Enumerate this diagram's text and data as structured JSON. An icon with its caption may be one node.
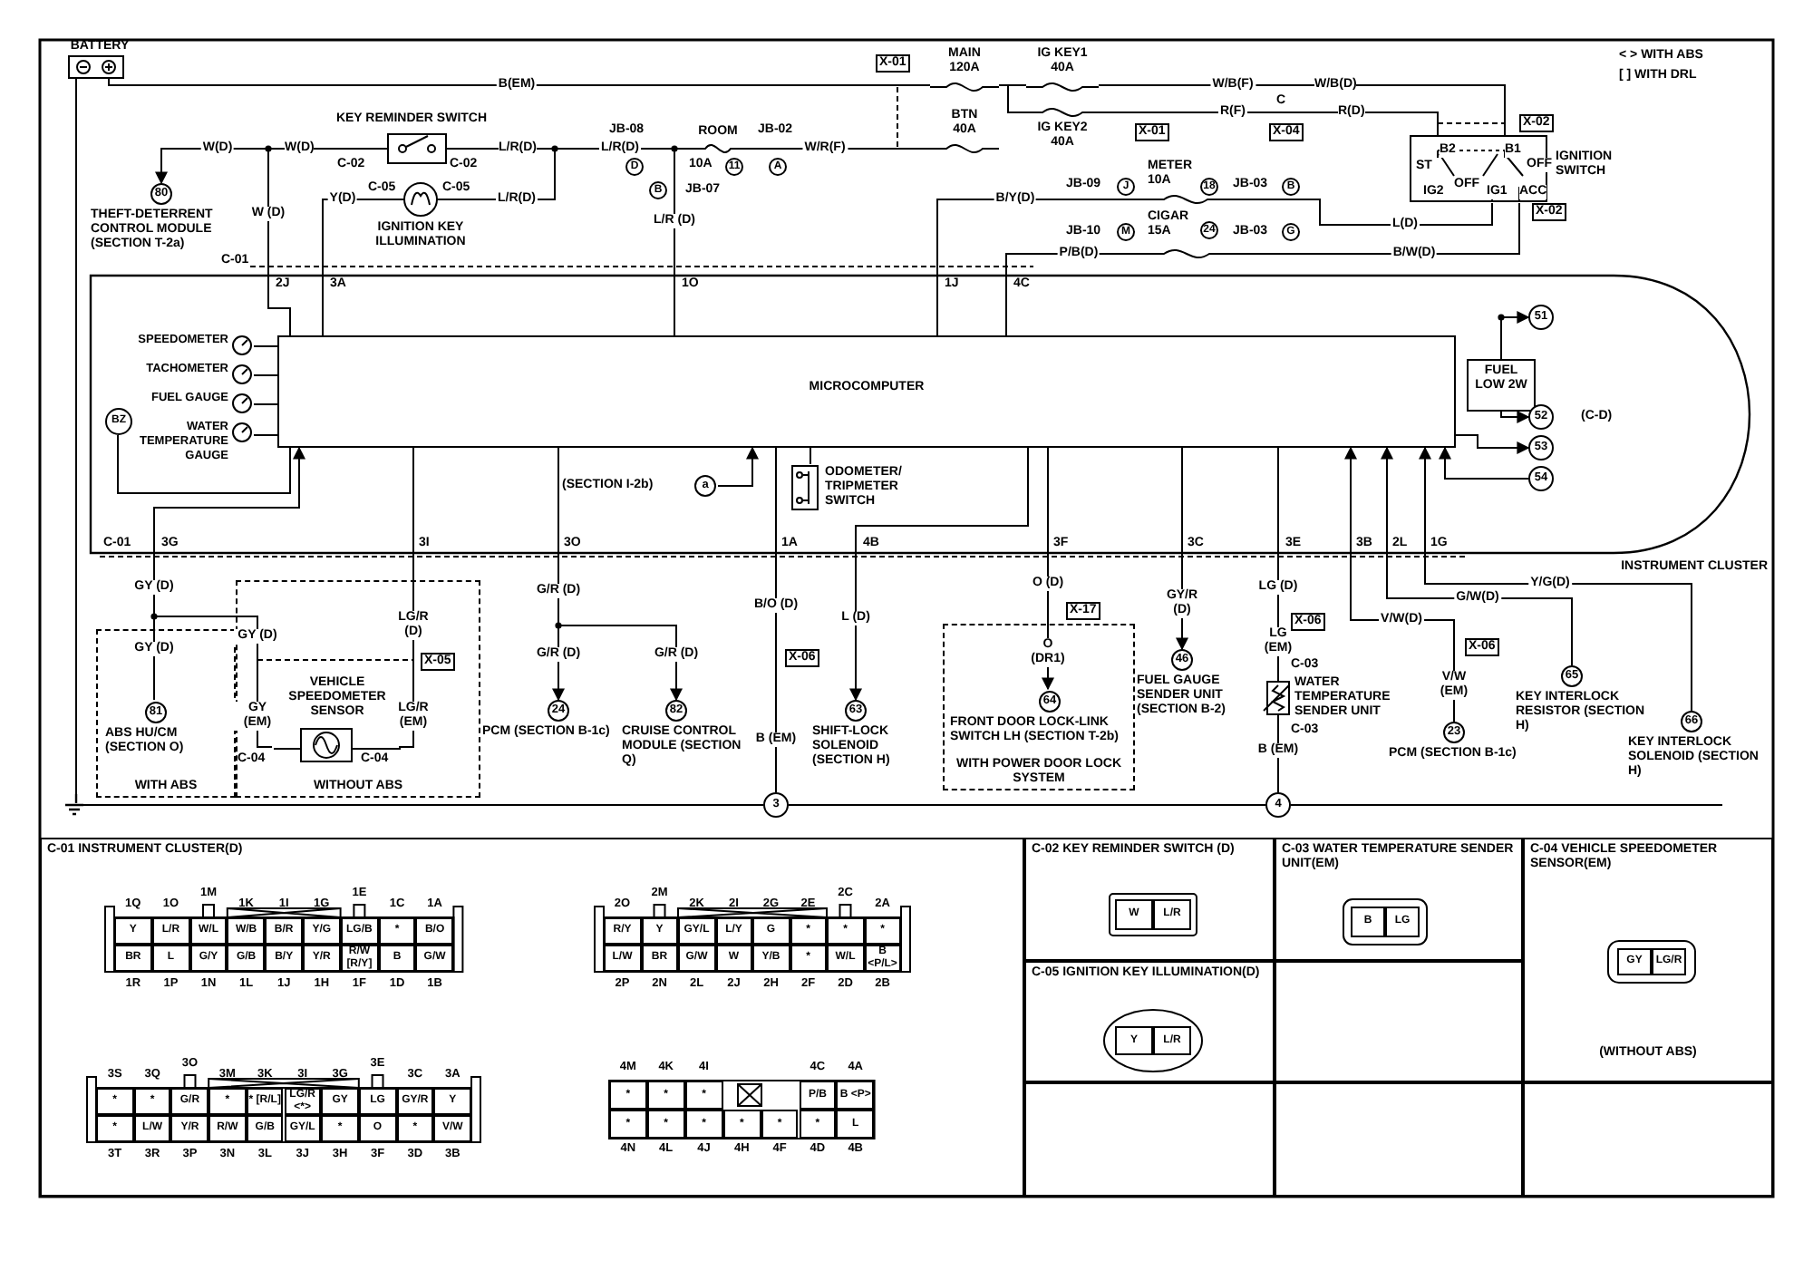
{
  "diagram": {
    "nodes": [
      {
        "text": [
          "BATTERY"
        ]
      },
      {
        "text": [
          "MAIN",
          "120A"
        ]
      },
      {
        "text": [
          "IG KEY1",
          "40A"
        ]
      },
      {
        "text": [
          "BTN",
          "40A"
        ]
      },
      {
        "text": [
          "IG KEY2",
          "40A"
        ]
      },
      {
        "text": [
          "KEY REMINDER SWITCH"
        ]
      },
      {
        "text": [
          "ROOM",
          "10A"
        ]
      },
      {
        "text": [
          "IGNITION SWITCH"
        ]
      },
      {
        "text": [
          "80"
        ],
        "beside": [
          "THEFT-DETERRENT CONTROL MODULE (SECTION T-2a)"
        ]
      },
      {
        "text": [
          "IGNITION KEY ILLUMINATION"
        ]
      },
      {
        "text": [
          "METER",
          "10A"
        ]
      },
      {
        "text": [
          "CIGAR",
          "15A"
        ]
      },
      {
        "text": [
          "INSTRUMENT CLUSTER"
        ]
      },
      {
        "text": [
          "SPEEDOMETER"
        ],
        "in": 12
      },
      {
        "text": [
          "TACHOMETER"
        ],
        "in": 12
      },
      {
        "text": [
          "BZ"
        ],
        "in": 12
      },
      {
        "text": [
          "FUEL GAUGE"
        ],
        "in": 12
      },
      {
        "text": [
          "WATER TEMPERATURE GAUGE"
        ],
        "in": 12
      },
      {
        "text": [
          "MICROCOMPUTER"
        ],
        "in": 12
      },
      {
        "text": [
          "FUEL LOW 2W"
        ],
        "in": 12
      },
      {
        "text": [
          "51"
        ],
        "in": 12
      },
      {
        "text": [
          "52"
        ],
        "in": 12
      },
      {
        "text": [
          "53"
        ],
        "in": 12
      },
      {
        "text": [
          "54"
        ],
        "in": 12
      },
      {
        "text": [
          "a"
        ],
        "beside": [
          "(SECTION I-2b)"
        ],
        "in": 12
      },
      {
        "text": [
          "ODOMETER/ TRIPMETER SWITCH"
        ],
        "in": 12
      },
      {
        "text": [
          "WITH ABS"
        ]
      },
      {
        "text": [
          "81"
        ],
        "beside": [
          "ABS HU/CM (SECTION O)"
        ],
        "in": 26
      },
      {
        "text": [
          "WITHOUT ABS"
        ]
      },
      {
        "text": [
          "VEHICLE SPEEDOMETER SENSOR"
        ],
        "in": 28
      },
      {
        "text": [
          "24"
        ],
        "beside": [
          "PCM (SECTION B-1c)"
        ]
      },
      {
        "text": [
          "82"
        ],
        "beside": [
          "CRUISE CONTROL MODULE (SECTION Q)"
        ]
      },
      {
        "text": [
          "63"
        ],
        "beside": [
          "SHIFT-LOCK SOLENOID (SECTION H)"
        ]
      },
      {
        "text": [
          "WITH POWER DOOR LOCK SYSTEM"
        ]
      },
      {
        "text": [
          "64"
        ],
        "beside": [
          "FRONT DOOR LOCK-LINK SWITCH LH (SECTION T-2b)"
        ],
        "in": 33
      },
      {
        "text": [
          "46"
        ],
        "beside": [
          "FUEL GAUGE SENDER UNIT (SECTION B-2)"
        ]
      },
      {
        "text": [
          "WATER TEMPERATURE SENDER UNIT"
        ]
      },
      {
        "text": [
          "23"
        ],
        "beside": [
          "PCM (SECTION B-1c)"
        ]
      },
      {
        "text": [
          "65"
        ],
        "beside": [
          "KEY INTERLOCK RESISTOR (SECTION H)"
        ]
      },
      {
        "text": [
          "66"
        ],
        "beside": [
          "KEY INTERLOCK SOLENOID (SECTION H)"
        ]
      },
      {
        "text": [
          "3"
        ]
      },
      {
        "text": [
          "4"
        ]
      },
      {
        "text": [],
        "shape": "ground"
      },
      {
        "text": [
          "C-01 INSTRUMENT CLUSTER(D)"
        ]
      },
      {
        "text": [
          "C-02 KEY REMINDER SWITCH (D)"
        ]
      },
      {
        "text": [
          "C-03 WATER TEMPERATURE SENDER UNIT(EM)"
        ]
      },
      {
        "text": [
          "C-04 VEHICLE SPEEDOMETER SENSOR(EM)",
          "(WITHOUT ABS)"
        ]
      },
      {
        "text": [
          "C-05 IGNITION KEY ILLUMINATION(D)"
        ]
      },
      {
        "text": [],
        "shape": "box"
      },
      {
        "text": [],
        "shape": "box"
      },
      {
        "text": [],
        "shape": "box"
      },
      {
        "text": [],
        "shape": "box"
      }
    ],
    "edges": [
      {
        "from": 0,
        "to": 1,
        "arrow": "none",
        "label": "B(EM)"
      },
      {
        "from": 1,
        "to": 2,
        "arrow": "none"
      },
      {
        "from": 1,
        "to": 4,
        "arrow": "none"
      },
      {
        "from": 0,
        "to": 3,
        "arrow": "none",
        "style": "dashed"
      },
      {
        "from": 2,
        "to": 7,
        "arrow": "none",
        "label": "W/B(F)"
      },
      {
        "from": 4,
        "to": 7,
        "arrow": "none",
        "label": "R(F)"
      },
      {
        "from": 3,
        "to": 6,
        "arrow": "none",
        "label": "W/R(F)"
      },
      {
        "from": 6,
        "to": 5,
        "arrow": "none",
        "label": "L/R(D)"
      },
      {
        "from": 6,
        "to": 9,
        "arrow": "none",
        "label": "L/R(D)"
      },
      {
        "from": 5,
        "to": 8,
        "arrow": "to",
        "label": "W(D)"
      },
      {
        "from": 5,
        "to": 18,
        "arrow": "none",
        "label": "W (D)"
      },
      {
        "from": 9,
        "to": 18,
        "arrow": "none",
        "label": "Y(D)"
      },
      {
        "from": 6,
        "to": 18,
        "arrow": "none",
        "label": "L/R (D)"
      },
      {
        "from": 7,
        "to": 10,
        "arrow": "none",
        "label": "L(D)"
      },
      {
        "from": 10,
        "to": 18,
        "arrow": "none",
        "label": "B/Y(D)"
      },
      {
        "from": 7,
        "to": 11,
        "arrow": "none",
        "label": "B/W(D)"
      },
      {
        "from": 11,
        "to": 18,
        "arrow": "none",
        "label": "P/B(D)"
      },
      {
        "from": 13,
        "to": 18,
        "arrow": "none"
      },
      {
        "from": 14,
        "to": 18,
        "arrow": "none"
      },
      {
        "from": 16,
        "to": 18,
        "arrow": "none"
      },
      {
        "from": 17,
        "to": 18,
        "arrow": "none"
      },
      {
        "from": 15,
        "to": 18,
        "arrow": "none"
      },
      {
        "from": 19,
        "to": 20,
        "arrow": "to"
      },
      {
        "from": 19,
        "to": 21,
        "arrow": "to"
      },
      {
        "from": 18,
        "to": 22,
        "arrow": "to"
      },
      {
        "from": 23,
        "to": 18,
        "arrow": "to"
      },
      {
        "from": 24,
        "to": 18,
        "arrow": "to"
      },
      {
        "from": 25,
        "to": 18,
        "arrow": "none"
      },
      {
        "from": 27,
        "to": 18,
        "arrow": "to",
        "label": "GY (D)"
      },
      {
        "from": 29,
        "to": 18,
        "arrow": "none",
        "label": "GY (EM)"
      },
      {
        "from": 29,
        "to": 18,
        "arrow": "none",
        "label": "LG/R (EM)"
      },
      {
        "from": 18,
        "to": 30,
        "arrow": "to",
        "label": "G/R (D)"
      },
      {
        "from": 18,
        "to": 31,
        "arrow": "to",
        "label": "G/R (D)"
      },
      {
        "from": 18,
        "to": 40,
        "arrow": "none",
        "label": "B/O (D)"
      },
      {
        "from": 18,
        "to": 32,
        "arrow": "to",
        "label": "L (D)"
      },
      {
        "from": 18,
        "to": 34,
        "arrow": "to",
        "label": "O (D)"
      },
      {
        "from": 18,
        "to": 35,
        "arrow": "to",
        "label": "GY/R (D)"
      },
      {
        "from": 18,
        "to": 36,
        "arrow": "none",
        "label": "LG (D)"
      },
      {
        "from": 36,
        "to": 41,
        "arrow": "none",
        "label": "B (EM)"
      },
      {
        "from": 37,
        "to": 18,
        "arrow": "to",
        "label": "V/W(D)"
      },
      {
        "from": 38,
        "to": 18,
        "arrow": "to",
        "label": "G/W(D)"
      },
      {
        "from": 39,
        "to": 18,
        "arrow": "to",
        "label": "Y/G(D)"
      },
      {
        "from": 0,
        "to": 42,
        "arrow": "none"
      },
      {
        "from": 40,
        "to": 42,
        "arrow": "none"
      },
      {
        "from": 41,
        "to": 40,
        "arrow": "none"
      },
      {
        "from": 41,
        "to": null,
        "arrow": "none"
      }
    ],
    "labels": [
      "X-01",
      "W/B(D)",
      "< > WITH ABS",
      "[ ] WITH DRL",
      "JB-08",
      "JB-02",
      "X-01",
      "X-04",
      "C",
      "R(D)",
      "X-02",
      "W(D)",
      "L/R(D)",
      "B2",
      "B1",
      "C-02",
      "C-02",
      "D",
      "11",
      "A",
      "ST",
      "OFF",
      "C-05",
      "C-05",
      "B",
      "JB-07",
      "JB-09",
      "J",
      "18",
      "JB-03",
      "B",
      "IG2",
      "OFF",
      "IG1",
      "ACC",
      "X-02",
      "JB-10",
      "M",
      "24",
      "JB-03",
      "G",
      "C-01",
      "2J",
      "3A",
      "1O",
      "1J",
      "4C",
      "(C-D)",
      "C-01",
      "3G",
      "3I",
      "3O",
      "1A",
      "4B",
      "3F",
      "3C",
      "3E",
      "3B",
      "2L",
      "1G",
      "GY (D)",
      "GY (D)",
      "LG/R (D)",
      "X-05",
      "G/R (D)",
      "X-06",
      "O (DR1)",
      "X-17",
      "LG (EM)",
      "X-06",
      "C-03",
      "V/W (EM)",
      "X-06",
      "C-04",
      "C-04",
      "B (EM)",
      "C-03",
      "1Q",
      "1O",
      "1M",
      "1K",
      "1I",
      "1G",
      "1E",
      "1C",
      "1A",
      "Y",
      "L/R",
      "W/L",
      "W/B",
      "B/R",
      "Y/G",
      "LG/B",
      "*",
      "B/O",
      "BR",
      "L",
      "G/Y",
      "G/B",
      "B/Y",
      "Y/R",
      "R/W [R/Y]",
      "B",
      "G/W",
      "1R",
      "1P",
      "1N",
      "1L",
      "1J",
      "1H",
      "1F",
      "1D",
      "1B",
      "2O",
      "2M",
      "2K",
      "2I",
      "2G",
      "2E",
      "2C",
      "2A",
      "R/Y",
      "Y",
      "GY/L",
      "L/Y",
      "G",
      "*",
      "*",
      "*",
      "L/W",
      "BR",
      "G/W",
      "W",
      "Y/B",
      "*",
      "W/L",
      "B <P/L>",
      "2P",
      "2N",
      "2L",
      "2J",
      "2H",
      "2F",
      "2D",
      "2B",
      "3S",
      "3Q",
      "3O",
      "3M",
      "3K",
      "3I",
      "3G",
      "3E",
      "3C",
      "3A",
      "*",
      "*",
      "G/R",
      "*",
      "* [R/L]",
      "LG/R <*>",
      "GY",
      "LG",
      "GY/R",
      "Y",
      "*",
      "L/W",
      "Y/R",
      "R/W",
      "G/B",
      "GY/L",
      "*",
      "O",
      "*",
      "V/W",
      "3T",
      "3R",
      "3P",
      "3N",
      "3L",
      "3J",
      "3H",
      "3F",
      "3D",
      "3B",
      "4M",
      "4K",
      "4I",
      "4C",
      "4A",
      "*",
      "*",
      "*",
      "P/B",
      "B <P>",
      "*",
      "*",
      "*",
      "*",
      "*",
      "*",
      "L",
      "4N",
      "4L",
      "4J",
      "4H",
      "4F",
      "4D",
      "4B",
      "W",
      "L/R",
      "B",
      "LG",
      "GY",
      "LG/R",
      "Y",
      "L/R"
    ]
  }
}
